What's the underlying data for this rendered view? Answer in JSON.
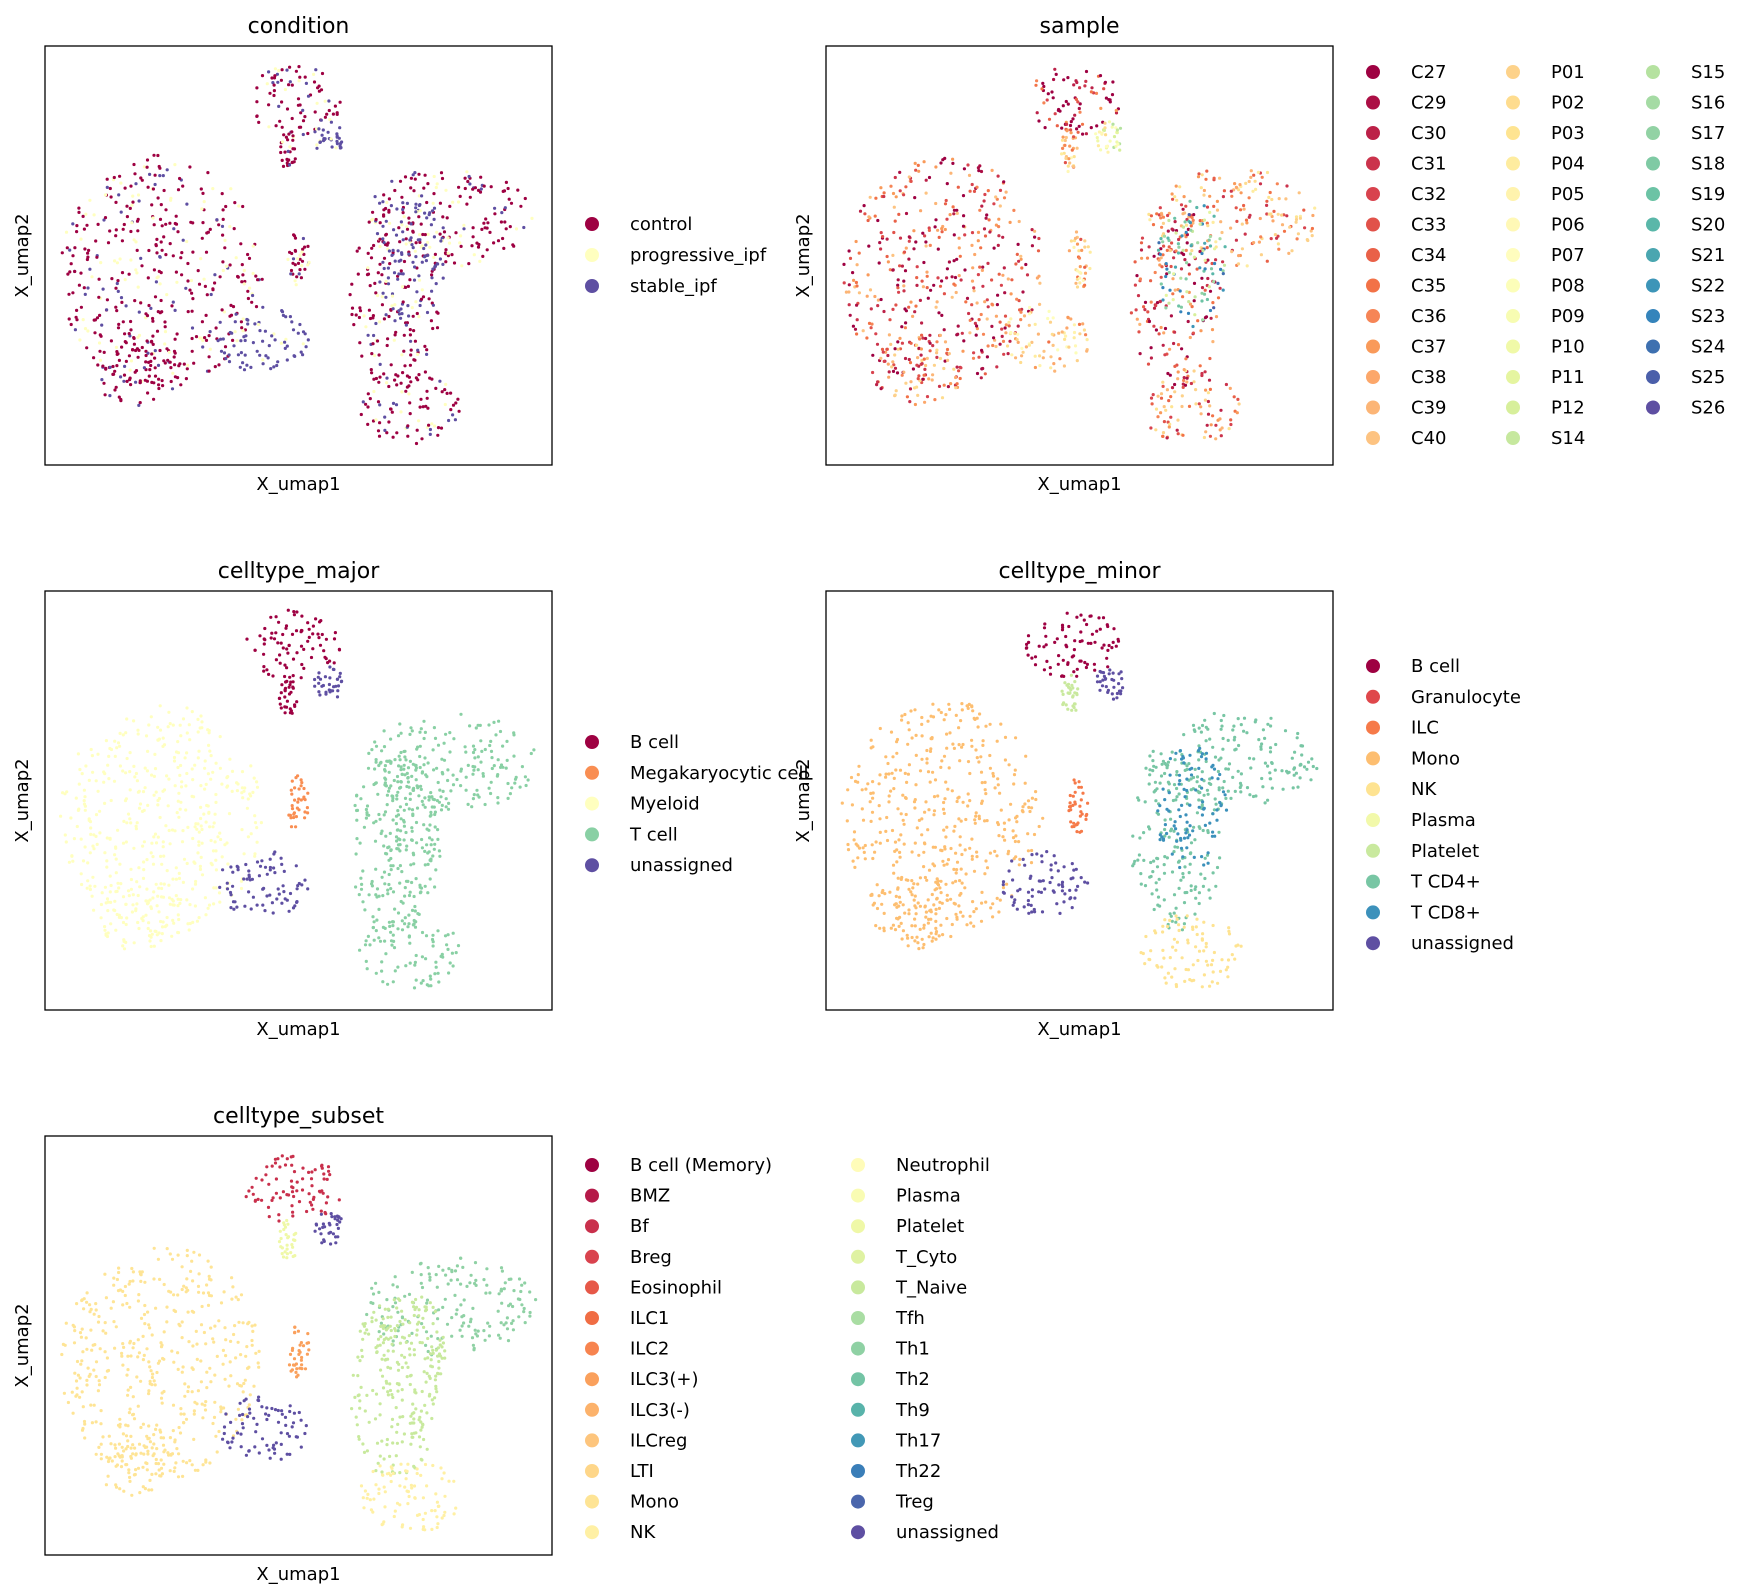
{
  "chart_data": [
    {
      "type": "scatter",
      "title": "condition",
      "xlabel": "X_umap1",
      "ylabel": "X_umap2",
      "legend": [
        "control",
        "progressive_ipf",
        "stable_ipf"
      ],
      "colors": [
        "#9e0142",
        "#ffffbf",
        "#5e4fa2"
      ],
      "legend_columns": 1
    },
    {
      "type": "scatter",
      "title": "sample",
      "xlabel": "X_umap1",
      "ylabel": "X_umap2",
      "legend": [
        "C27",
        "C29",
        "C30",
        "C31",
        "C32",
        "C33",
        "C34",
        "C35",
        "C36",
        "C37",
        "C38",
        "C39",
        "C40",
        "P01",
        "P02",
        "P03",
        "P04",
        "P05",
        "P06",
        "P07",
        "P08",
        "P09",
        "P10",
        "P11",
        "P12",
        "S14",
        "S15",
        "S16",
        "S17",
        "S18",
        "S19",
        "S20",
        "S21",
        "S22",
        "S23",
        "S24",
        "S25",
        "S26"
      ],
      "colors": [
        "#9e0142",
        "#ac0f45",
        "#bc2148",
        "#cb334c",
        "#d8434e",
        "#e1524a",
        "#e96148",
        "#f27247",
        "#f68556",
        "#f99a5a",
        "#fca76a",
        "#fcb576",
        "#fdc381",
        "#fdd28a",
        "#fedc8e",
        "#fee491",
        "#feec9f",
        "#fff3ad",
        "#fff8b6",
        "#fffdbe",
        "#fcfeb9",
        "#f7fcb2",
        "#f0f9a8",
        "#e5f5a0",
        "#d7ef9b",
        "#c6e89e",
        "#b5e2a0",
        "#a5dba4",
        "#92d2a4",
        "#7fcaa4",
        "#6cc3a5",
        "#5ab7a9",
        "#4aa6b0",
        "#3d95b8",
        "#3584bb",
        "#3e70b0",
        "#4b5faa",
        "#5e4fa2"
      ],
      "legend_columns": 3
    },
    {
      "type": "scatter",
      "title": "celltype_major",
      "xlabel": "X_umap1",
      "ylabel": "X_umap2",
      "legend": [
        "B cell",
        "Megakaryocytic cell",
        "Myeloid",
        "T cell",
        "unassigned"
      ],
      "colors": [
        "#9e0142",
        "#f98e52",
        "#ffffbf",
        "#89d0a4",
        "#5e4fa2"
      ],
      "legend_columns": 1
    },
    {
      "type": "scatter",
      "title": "celltype_minor",
      "xlabel": "X_umap1",
      "ylabel": "X_umap2",
      "legend": [
        "B cell",
        "Granulocyte",
        "ILC",
        "Mono",
        "NK",
        "Plasma",
        "Platelet",
        "T CD4+",
        "T CD8+",
        "unassigned"
      ],
      "colors": [
        "#9e0142",
        "#df474b",
        "#f67a49",
        "#fdbe70",
        "#fee391",
        "#f2f9aa",
        "#c9e99e",
        "#78c6a4",
        "#3c91bb",
        "#5e4fa2"
      ],
      "legend_columns": 1
    },
    {
      "type": "scatter",
      "title": "celltype_subset",
      "xlabel": "X_umap1",
      "ylabel": "X_umap2",
      "legend": [
        "B cell (Memory)",
        "BMZ",
        "Bf",
        "Breg",
        "Eosinophil",
        "ILC1",
        "ILC2",
        "ILC3(+)",
        "ILC3(-)",
        "ILCreg",
        "LTI",
        "Mono",
        "NK",
        "Neutrophil",
        "Plasma",
        "Platelet",
        "T_Cyto",
        "T_Naive",
        "Tfh",
        "Th1",
        "Th2",
        "Th9",
        "Th17",
        "Th22",
        "Treg",
        "unassigned"
      ],
      "colors": [
        "#9e0142",
        "#b51a49",
        "#c9304c",
        "#d9434e",
        "#e65848",
        "#f06d44",
        "#f7844f",
        "#faa05c",
        "#fcb26b",
        "#fdc57d",
        "#fed689",
        "#fee495",
        "#fff0a4",
        "#fffcb9",
        "#f9fcb3",
        "#eff8a7",
        "#dff2a2",
        "#c8e99d",
        "#a9dda3",
        "#8fd1a4",
        "#74c4a5",
        "#58b3aa",
        "#4298b6",
        "#3a7eb8",
        "#4a66ac",
        "#5e4fa2"
      ],
      "legend_columns": 2
    }
  ]
}
